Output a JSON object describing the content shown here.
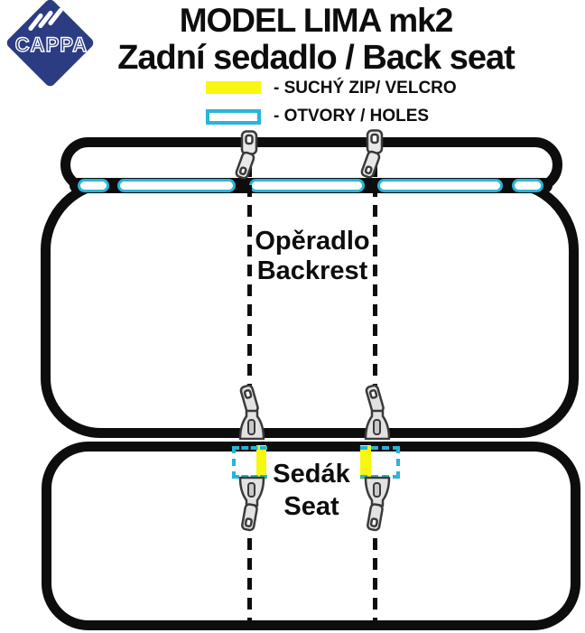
{
  "logo": {
    "brand": "CAPPA"
  },
  "header": {
    "title": "MODEL LIMA mk2",
    "subtitle": "Zadní sedadlo / Back seat"
  },
  "legend": {
    "items": [
      {
        "key": "velcro",
        "label": "- SUCHÝ ZIP/ VELCRO",
        "color": "#f7f712"
      },
      {
        "key": "holes",
        "label": "- OTVORY / HOLES",
        "color": "#2ab4d8"
      }
    ]
  },
  "diagram": {
    "backrest": {
      "label_cs": "Opěradlo",
      "label_en": "Backrest"
    },
    "seat": {
      "label_cs": "Sedák",
      "label_en": "Seat"
    }
  },
  "colors": {
    "cyan": "#2ab4d8",
    "yellow": "#f7f712",
    "navy": "#2b3c82",
    "line_black": "#0d0d0d"
  }
}
